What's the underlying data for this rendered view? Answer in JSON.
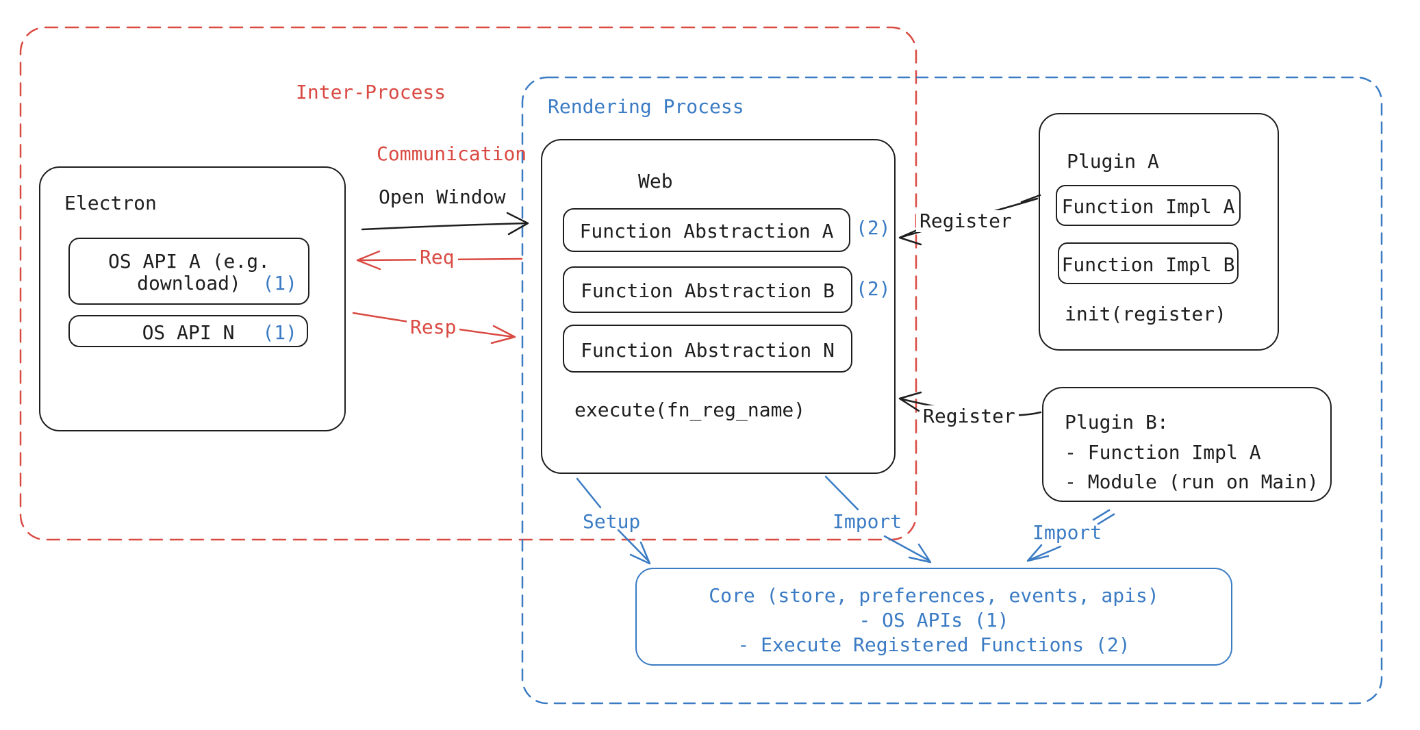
{
  "colors": {
    "red": "#d94a42",
    "blue": "#3a7bc4",
    "ink": "#1e1e1e"
  },
  "groups": {
    "ipc": {
      "label_line1": "Inter-Process",
      "label_line2": "Communication"
    },
    "rendering": {
      "label": "Rendering Process"
    }
  },
  "electron": {
    "title": "Electron",
    "api_a_line1": "OS API A (e.g.",
    "api_a_line2": "download)",
    "api_a_badge": "(1)",
    "api_n_label": "OS API N",
    "api_n_badge": "(1)"
  },
  "web": {
    "title": "Web",
    "rows": [
      {
        "label": "Function Abstraction A",
        "badge": "(2)"
      },
      {
        "label": "Function Abstraction B",
        "badge": "(2)"
      },
      {
        "label": "Function Abstraction N",
        "badge": ""
      }
    ],
    "execute_label": "execute(fn_reg_name)"
  },
  "plugin_a": {
    "title": "Plugin A",
    "impl_a": "Function Impl A",
    "impl_b": "Function Impl B",
    "init_label": "init(register)"
  },
  "plugin_b": {
    "title": "Plugin B:",
    "item_1": "- Function Impl A",
    "item_2": "- Module (run on Main)"
  },
  "core": {
    "line1": "Core (store, preferences, events, apis)",
    "line2": "- OS APIs (1)",
    "line3": "- Execute Registered Functions (2)"
  },
  "arrow_labels": {
    "open_window": "Open Window",
    "req": "Req",
    "resp": "Resp",
    "register_plugin_a": "Register",
    "register_plugin_b": "Register",
    "setup": "Setup",
    "import_web": "Import",
    "import_plugin_b": "Import"
  }
}
